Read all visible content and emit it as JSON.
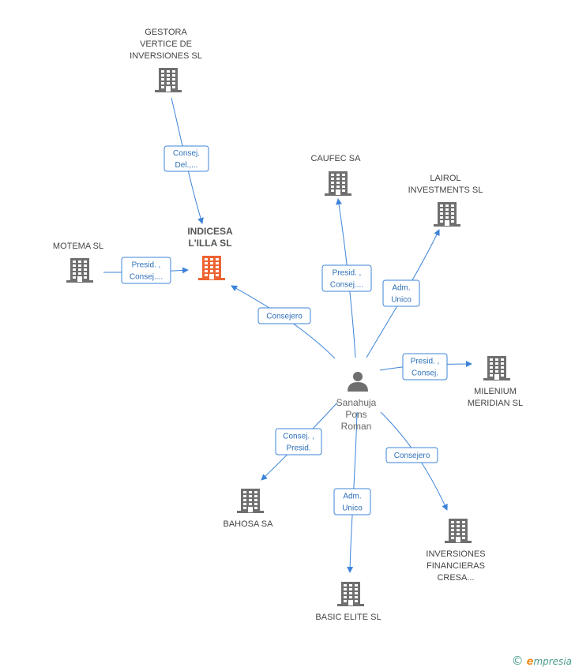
{
  "center_person": {
    "name_lines": [
      "Sanahuja",
      "Pons",
      "Roman"
    ]
  },
  "companies": [
    {
      "id": "gestora",
      "label_lines": [
        "GESTORA",
        "VERTICE DE",
        "INVERSIONES SL"
      ]
    },
    {
      "id": "indicesa",
      "label_lines": [
        "INDICESA",
        "L'ILLA SL"
      ],
      "highlight": true
    },
    {
      "id": "motema",
      "label_lines": [
        "MOTEMA SL"
      ]
    },
    {
      "id": "caufec",
      "label_lines": [
        "CAUFEC SA"
      ]
    },
    {
      "id": "lairol",
      "label_lines": [
        "LAIROL",
        "INVESTMENTS SL"
      ]
    },
    {
      "id": "milenium",
      "label_lines": [
        "MILENIUM",
        "MERIDIAN SL"
      ]
    },
    {
      "id": "bahosa",
      "label_lines": [
        "BAHOSA SA"
      ]
    },
    {
      "id": "basic",
      "label_lines": [
        "BASIC ELITE SL"
      ]
    },
    {
      "id": "inversiones",
      "label_lines": [
        "INVERSIONES",
        "FINANCIERAS",
        "CRESA..."
      ]
    }
  ],
  "relations": [
    {
      "id": "gestora-indicesa",
      "label_lines": [
        "Consej.",
        "Del.,..."
      ]
    },
    {
      "id": "motema-indicesa",
      "label_lines": [
        "Presid. ,",
        "Consej...."
      ]
    },
    {
      "id": "person-indicesa",
      "label_lines": [
        "Consejero"
      ]
    },
    {
      "id": "person-caufec",
      "label_lines": [
        "Presid. ,",
        "Consej...."
      ]
    },
    {
      "id": "person-lairol",
      "label_lines": [
        "Adm.",
        "Unico"
      ]
    },
    {
      "id": "person-milenium",
      "label_lines": [
        "Presid. ,",
        "Consej."
      ]
    },
    {
      "id": "person-bahosa",
      "label_lines": [
        "Consej. ,",
        "Presid."
      ]
    },
    {
      "id": "person-basic",
      "label_lines": [
        "Adm.",
        "Unico"
      ]
    },
    {
      "id": "person-inversiones",
      "label_lines": [
        "Consejero"
      ]
    }
  ],
  "footer": {
    "copyright": "©",
    "brand_e": "e",
    "brand_rest": "mpresia"
  },
  "colors": {
    "edge": "#3d84d9",
    "building": "#6f6f6f",
    "highlight": "#ee6433"
  }
}
